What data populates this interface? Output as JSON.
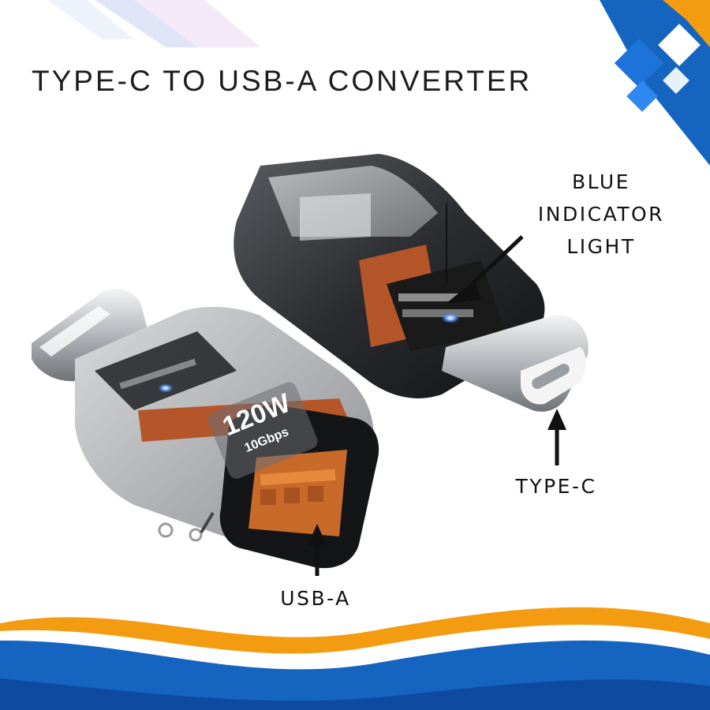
{
  "title": "TYPE-C TO USB-A CONVERTER",
  "callouts": {
    "indicator_light": [
      "BLUE",
      "INDICATOR",
      "LIGHT"
    ],
    "type_c": "TYPE-C",
    "usb_a": "USB-A"
  },
  "product_markings": {
    "power": "120W",
    "speed": "10Gbps"
  },
  "colors": {
    "blue": "#1565c0",
    "orange": "#f39c12",
    "accent_light": "#2f7de1",
    "text": "#1c1c1c"
  }
}
